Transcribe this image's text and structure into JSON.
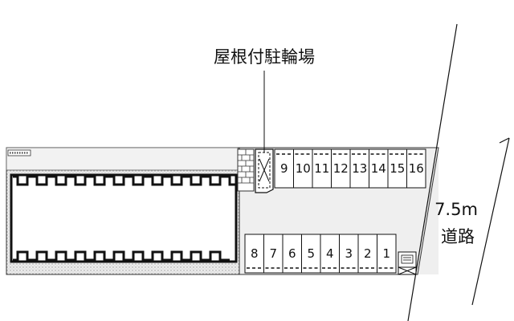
{
  "labels": {
    "bicycle_parking": "屋根付駐輪場",
    "road_width": "7.5m",
    "road_name": "道路"
  },
  "parking": {
    "upper_row": [
      "9",
      "10",
      "11",
      "12",
      "13",
      "14",
      "15",
      "16"
    ],
    "lower_row": [
      "8",
      "7",
      "6",
      "5",
      "4",
      "3",
      "2",
      "1"
    ]
  }
}
